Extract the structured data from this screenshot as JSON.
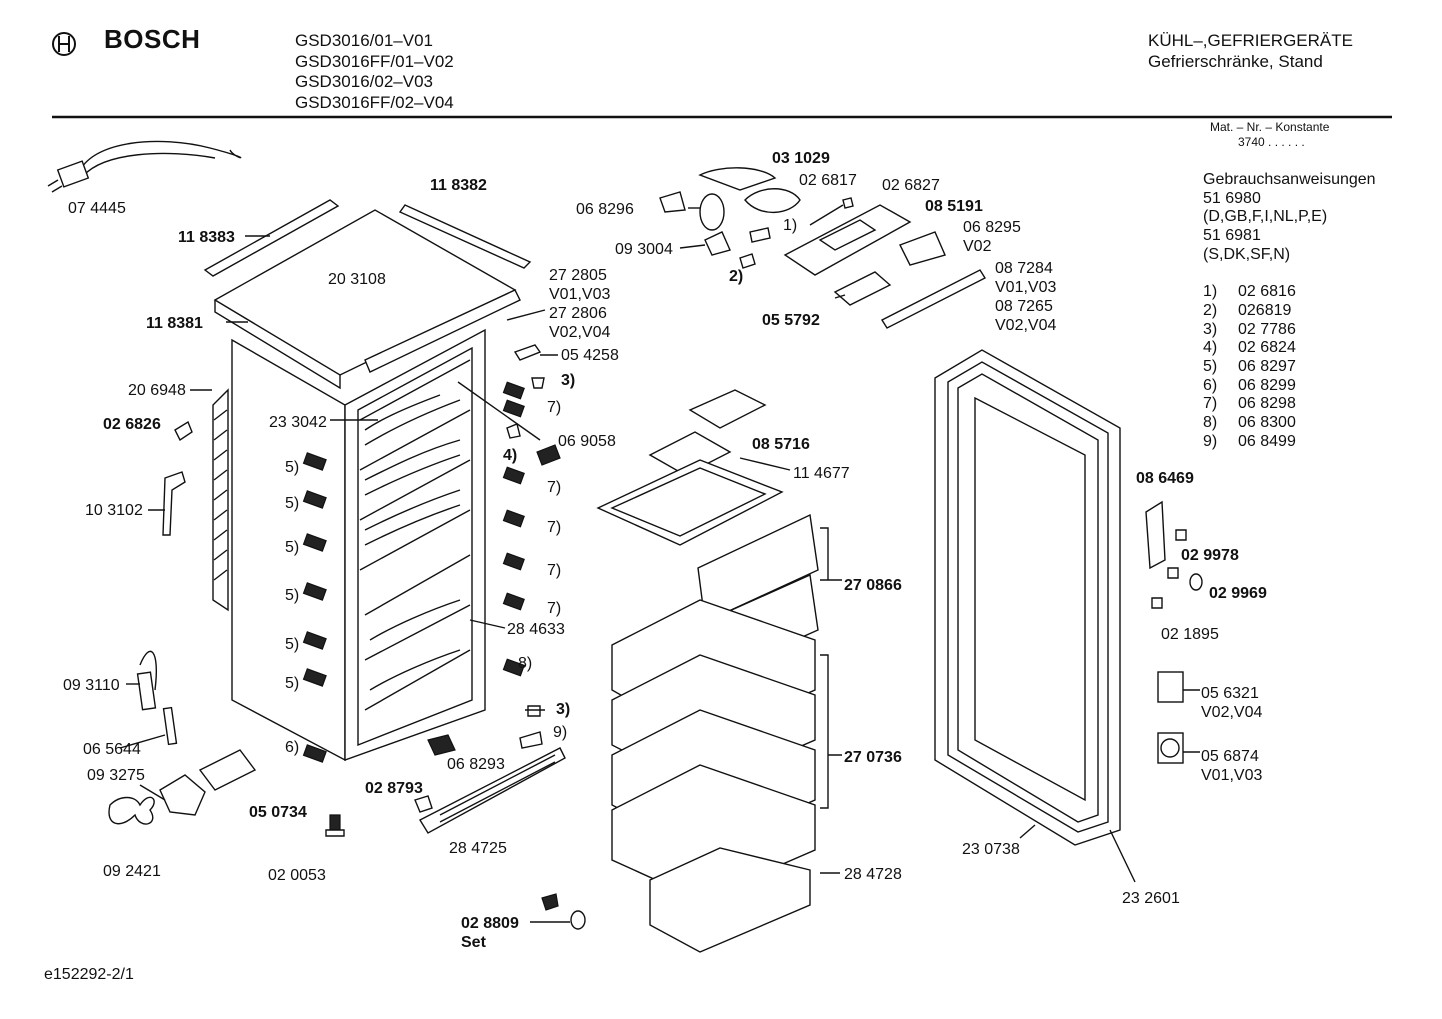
{
  "header": {
    "brand": "BOSCH",
    "models": [
      "GSD3016/01–V01",
      "GSD3016FF/01–V02",
      "GSD3016/02–V03",
      "GSD3016FF/02–V04"
    ],
    "category": "KÜHL–,GEFRIERGERÄTE",
    "subcategory": "Gefrierschränke, Stand"
  },
  "sidebar": {
    "mat_label": "Mat. – Nr. – Konstante",
    "mat_value": "3740 . . . . . .",
    "manuals_title": "Gebrauchsanweisungen",
    "manuals": [
      "51 6980",
      "(D,GB,F,I,NL,P,E)",
      "51 6981",
      "(S,DK,SF,N)"
    ],
    "footnotes": [
      {
        "n": "1)",
        "part": "02 6816"
      },
      {
        "n": "2)",
        "part": "026819"
      },
      {
        "n": "3)",
        "part": "02 7786"
      },
      {
        "n": "4)",
        "part": "02 6824"
      },
      {
        "n": "5)",
        "part": "06 8297"
      },
      {
        "n": "6)",
        "part": "06 8299"
      },
      {
        "n": "7)",
        "part": "06 8298"
      },
      {
        "n": "8)",
        "part": "06 8300"
      },
      {
        "n": "9)",
        "part": "06 8499"
      }
    ]
  },
  "labels": {
    "p074445": "07 4445",
    "p118382": "11 8382",
    "p118383": "11 8383",
    "p203108": "20 3108",
    "p118381": "11 8381",
    "p272805": "27 2805",
    "v01v03a": "V01,V03",
    "p272806": "27 2806",
    "v02v04a": "V02,V04",
    "p054258": "05 4258",
    "r3a": "3)",
    "p206948": "20 6948",
    "p026826": "02 6826",
    "p233042": "23 3042",
    "r7a": "7)",
    "p069058": "06 9058",
    "r4": "4)",
    "r7b": "7)",
    "r7c": "7)",
    "r7d": "7)",
    "r7e": "7)",
    "p103102": "10 3102",
    "r5a": "5)",
    "r5b": "5)",
    "r5c": "5)",
    "r5d": "5)",
    "r5e": "5)",
    "r5f": "5)",
    "p284633": "28 4633",
    "r8": "8)",
    "r3b": "3)",
    "r9": "9)",
    "p093110": "09 3110",
    "p065644": "06 5644",
    "r6": "6)",
    "p093275": "09 3275",
    "p068293": "06 8293",
    "p028793": "02 8793",
    "p050734": "05 0734",
    "p092421": "09 2421",
    "p020053": "02 0053",
    "p284725": "28 4725",
    "p031029": "03 1029",
    "p026817": "02 6817",
    "p026827": "02 6827",
    "p068296": "06 8296",
    "p085191": "08 5191",
    "r1": "1)",
    "p068295": "06 8295",
    "v02": "V02",
    "p093004": "09 3004",
    "r2": "2)",
    "p087284": "08 7284",
    "v01v03b": "V01,V03",
    "p087265": "08 7265",
    "v02v04b": "V02,V04",
    "p055792": "05 5792",
    "p085716": "08 5716",
    "p114677": "11 4677",
    "p270866": "27 0866",
    "p270736": "27 0736",
    "p284728": "28 4728",
    "p028809": "02 8809",
    "set": "Set",
    "p086469": "08 6469",
    "p029978": "02 9978",
    "p029969": "02 9969",
    "p021895": "02 1895",
    "p056321": "05 6321",
    "v02v04c": "V02,V04",
    "p056874": "05 6874",
    "v01v03c": "V01,V03",
    "p230738": "23 0738",
    "p232601": "23 2601"
  },
  "footer": {
    "drawing_id": "e152292-2/1"
  }
}
